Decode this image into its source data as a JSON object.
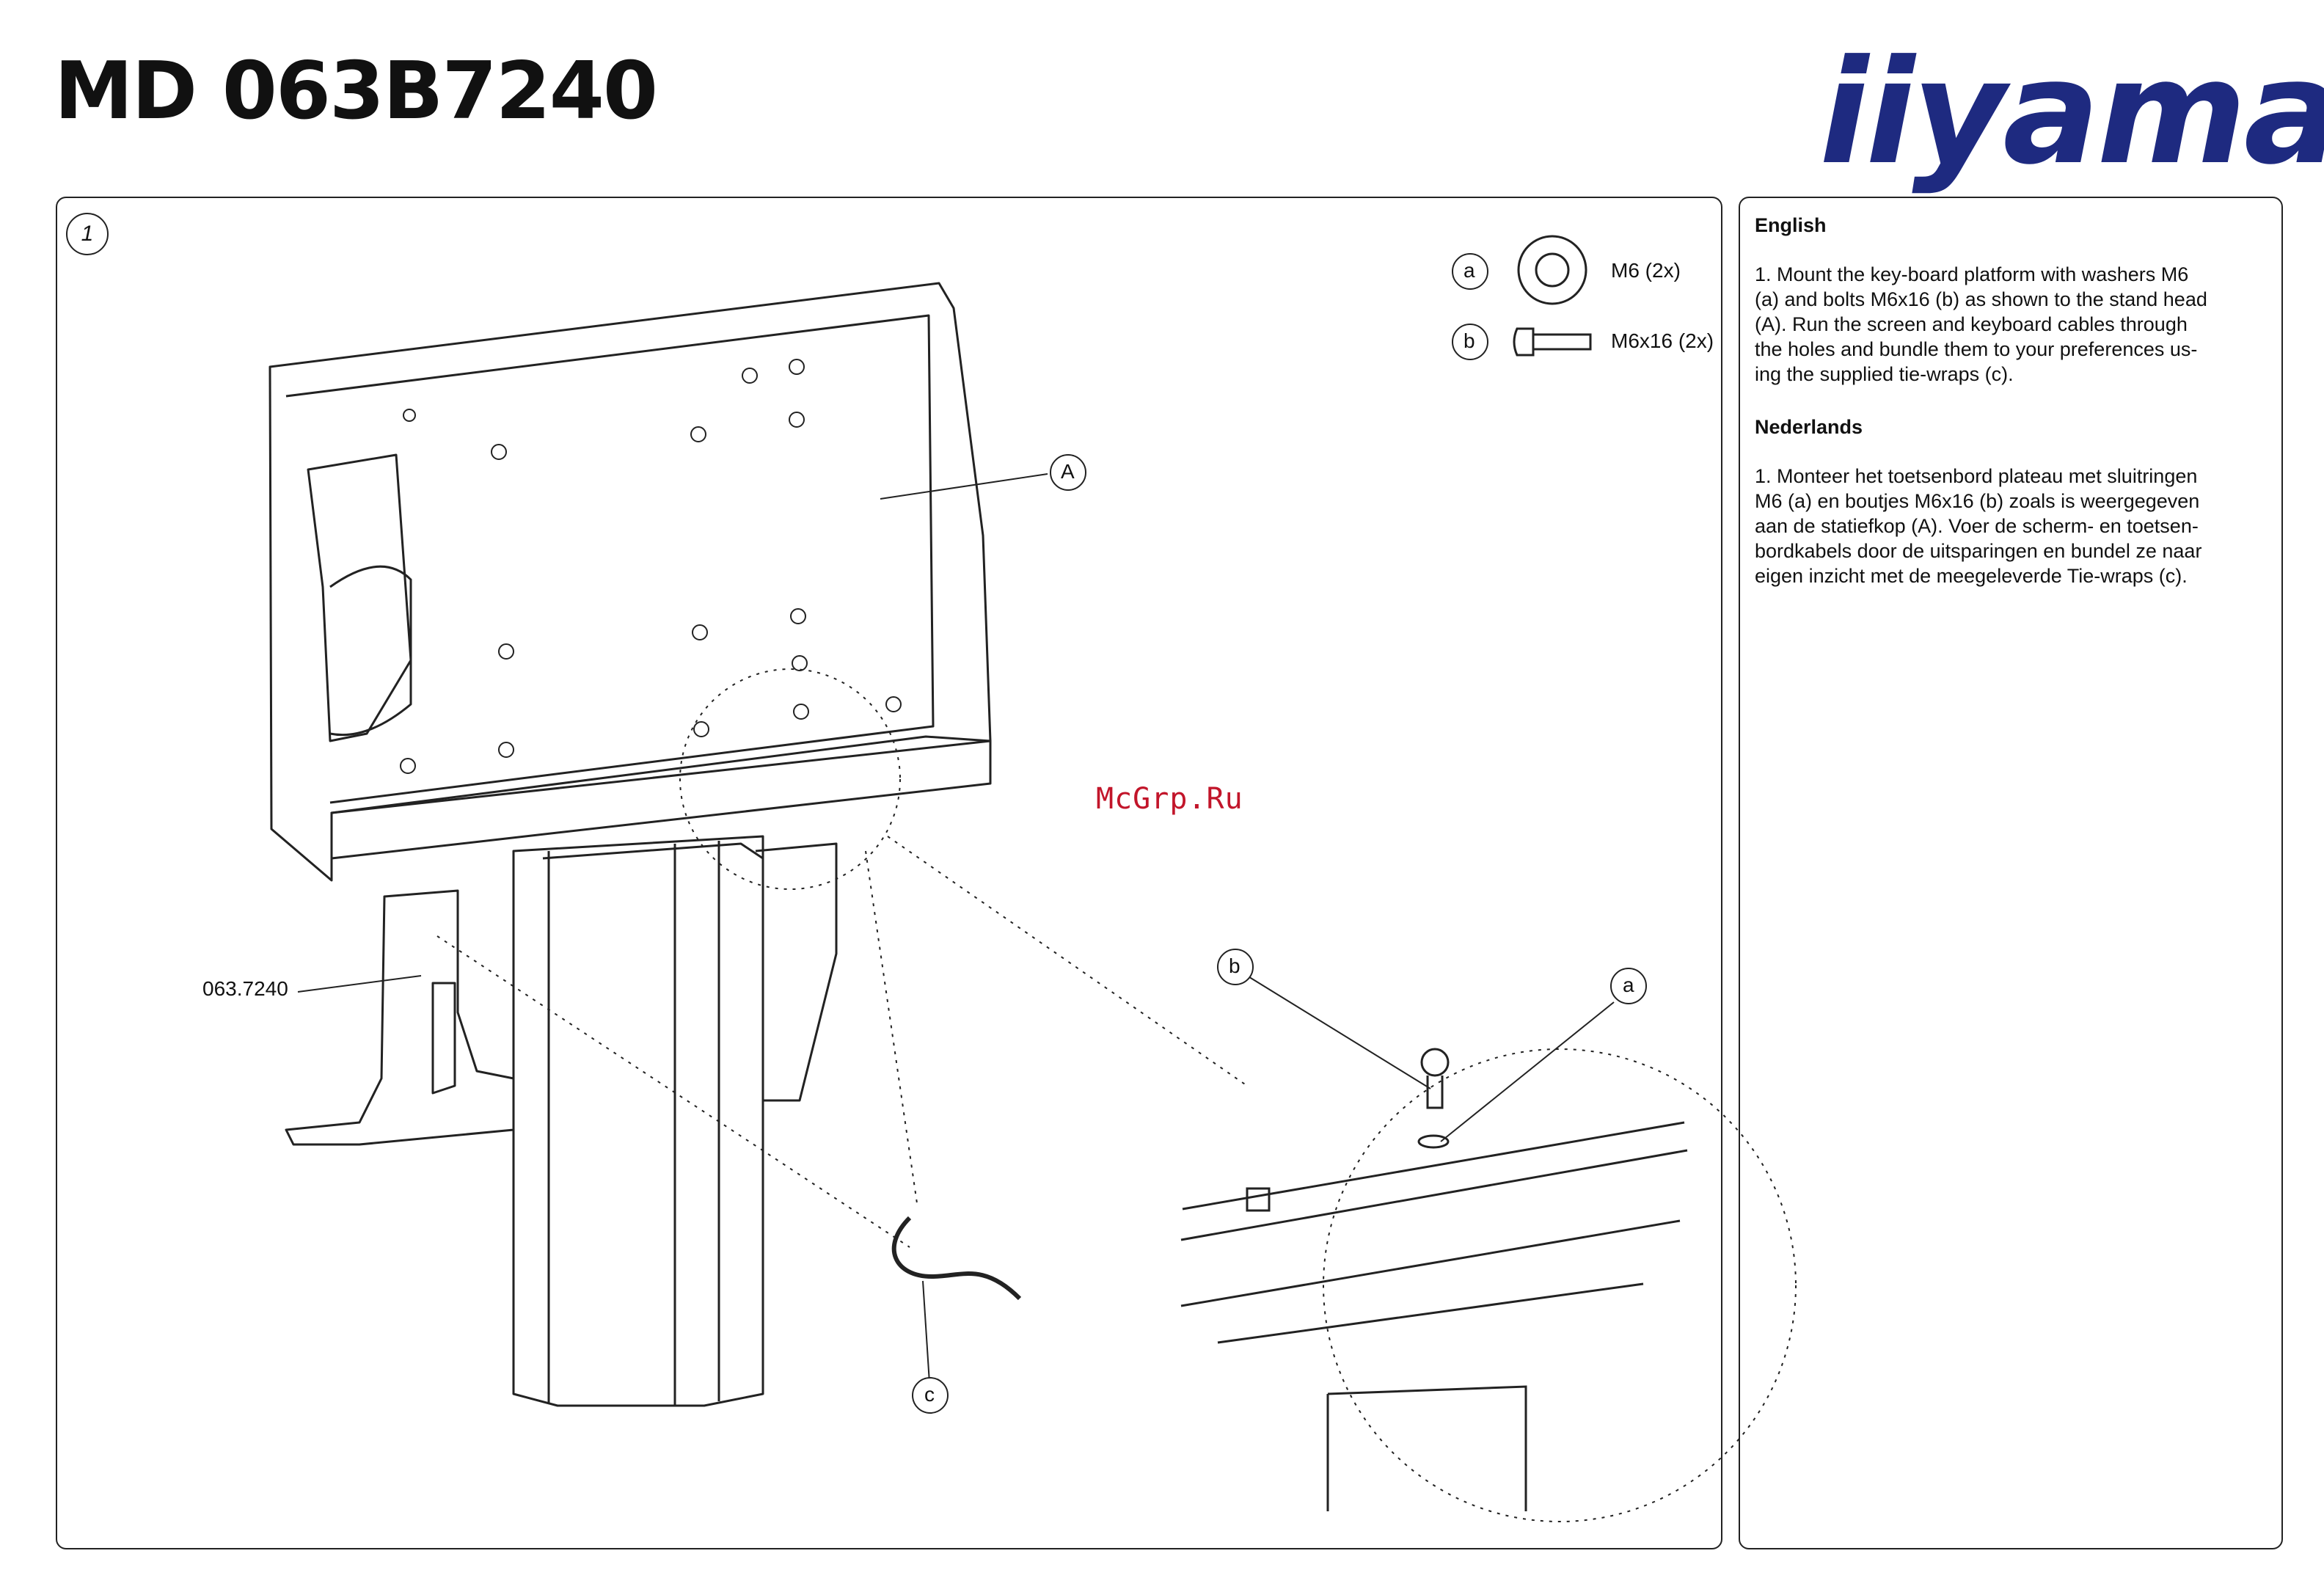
{
  "header": {
    "model_code": "MD 063B7240",
    "brand_logo": "iiyama"
  },
  "figure": {
    "step_number": "1",
    "parts": [
      {
        "letter": "a",
        "description": "M6 (2x)",
        "icon": "washer-icon"
      },
      {
        "letter": "b",
        "description": "M6x16 (2x)",
        "icon": "bolt-icon"
      }
    ],
    "callouts": {
      "A": "A",
      "a": "a",
      "b": "b",
      "c": "c"
    },
    "part_number_label": "063.7240"
  },
  "instructions": [
    {
      "language": "English",
      "text": "1. Mount the  key-board platform with washers M6\n(a) and bolts M6x16 (b) as shown to the stand head\n(A). Run the screen and keyboard cables through\nthe holes and bundle them to your preferences us-\ning the supplied tie-wraps (c)."
    },
    {
      "language": "Nederlands",
      "text": "1. Monteer het toetsenbord plateau met sluitringen\nM6 (a) en boutjes M6x16 (b) zoals is weergegeven\naan de statiefkop (A). Voer de scherm- en toetsen-\nbordkabels door de uitsparingen en bundel ze naar\neigen inzicht met de meegeleverde Tie-wraps (c)."
    }
  ],
  "watermark": "McGrp.Ru",
  "colors": {
    "brand_blue": "#1e2a80",
    "watermark_red": "#c2152a"
  }
}
